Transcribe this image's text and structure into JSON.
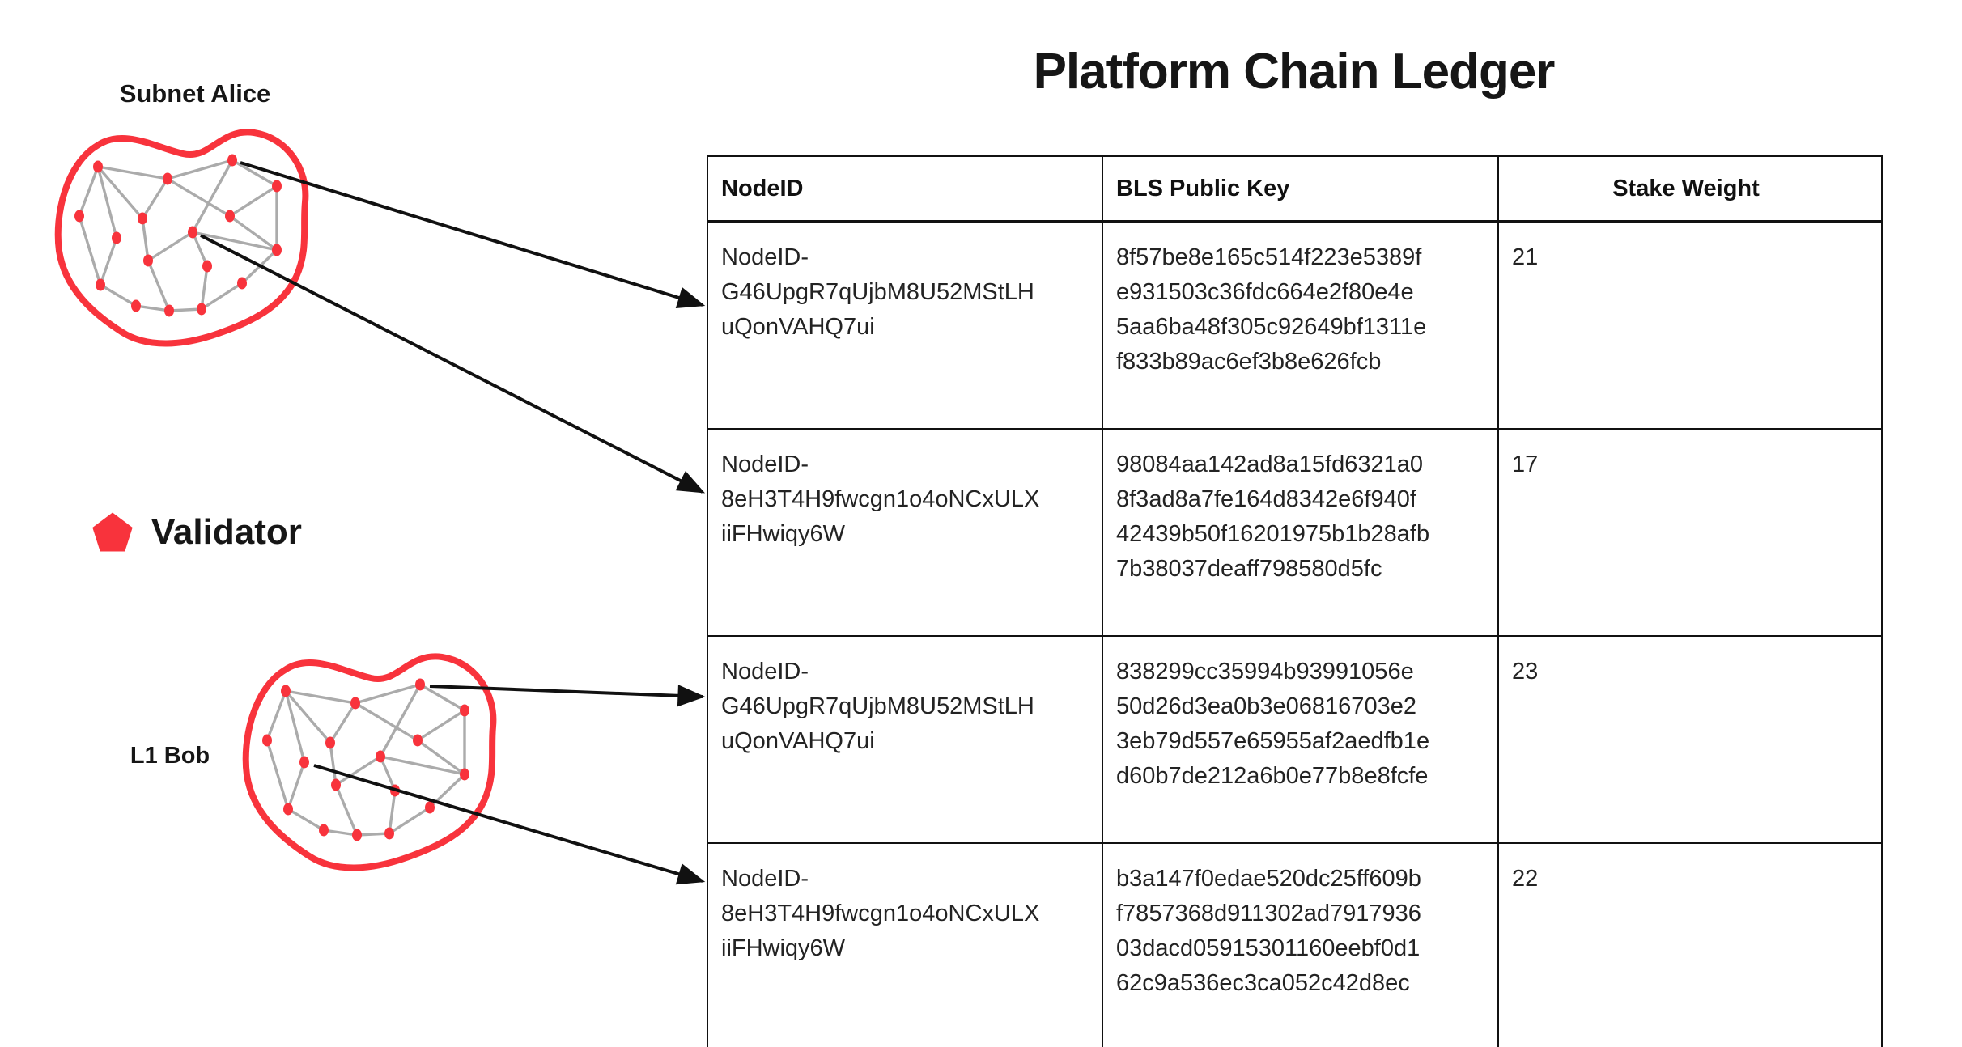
{
  "title": "Platform Chain Ledger",
  "legend": {
    "label": "Validator"
  },
  "subnets": [
    {
      "label": "Subnet Alice"
    },
    {
      "label": "L1 Bob"
    }
  ],
  "table": {
    "columns": [
      "NodeID",
      "BLS Public Key",
      "Stake Weight"
    ],
    "rows": [
      {
        "node_id": [
          "NodeID-",
          "G46UpgR7qUjbM8U52MStLH",
          "uQonVAHQ7ui"
        ],
        "bls_public_key": [
          "8f57be8e165c514f223e5389f",
          "e931503c36fdc664e2f80e4e",
          "5aa6ba48f305c92649bf1311e",
          "f833b89ac6ef3b8e626fcb"
        ],
        "stake_weight": "21"
      },
      {
        "node_id": [
          "NodeID-",
          "8eH3T4H9fwcgn1o4oNCxULX",
          "iiFHwiqy6W"
        ],
        "bls_public_key": [
          "98084aa142ad8a15fd6321a0",
          "8f3ad8a7fe164d8342e6f940f",
          "42439b50f16201975b1b28afb",
          "7b38037deaff798580d5fc"
        ],
        "stake_weight": "17"
      },
      {
        "node_id": [
          "NodeID-",
          "G46UpgR7qUjbM8U52MStLH",
          "uQonVAHQ7ui"
        ],
        "bls_public_key": [
          "838299cc35994b93991056e",
          "50d26d3ea0b3e06816703e2",
          "3eb79d557e65955af2aedfb1e",
          "d60b7de212a6b0e77b8e8fcfe"
        ],
        "stake_weight": "23"
      },
      {
        "node_id": [
          "NodeID-",
          "8eH3T4H9fwcgn1o4oNCxULX",
          "iiFHwiqy6W"
        ],
        "bls_public_key": [
          "b3a147f0edae520dc25ff609b",
          "f7857368d911302ad7917936",
          "03dacd05915301160eebf0d1",
          "62c9a536ec3ca052c42d8ec"
        ],
        "stake_weight": "22"
      }
    ]
  },
  "colors": {
    "red": "#F8333C",
    "edge": "#ABABAB",
    "ink": "#111111"
  }
}
